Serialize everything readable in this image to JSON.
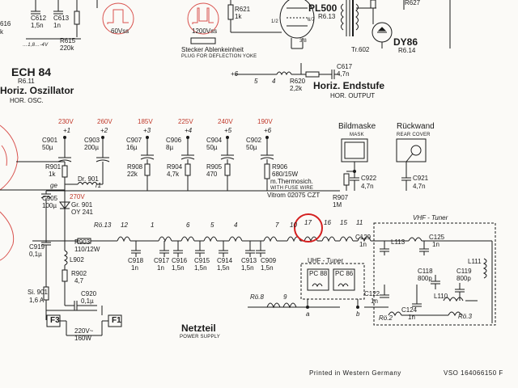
{
  "top": {
    "c612": "C612",
    "c612v": "1,5n",
    "c613": "C613",
    "c613v": "1n",
    "r616": "616",
    "r616v": "k",
    "r615": "R615",
    "r615v": "220k",
    "volt_top": "…1,8…-4V",
    "wave1": "60Vss",
    "wave2": "1200Vss",
    "r621": "R621",
    "r621v": "1k",
    "pl500": "PL500",
    "pl500s": "R6.13",
    "pin12": "1/2",
    "pin67": "6/7",
    "pin38": "3/8",
    "tr602": "Tr.602",
    "r627": "R627",
    "dy86": "DY86",
    "dy86s": "R6.14",
    "plug1": "Stecker Ablenkeinheit",
    "plug2": "PLUG FOR DEFLECTION YOKE",
    "ech84": "ECH 84",
    "ech84s": "R6.11",
    "osc1": "Horiz. Oszillator",
    "osc2": "HOR. OSC.",
    "plus6": "+6",
    "n5": "5",
    "n4": "4",
    "r620": "R620",
    "r620v": "2,2k",
    "c617": "C617",
    "c617v": "4,7n",
    "out1": "Horiz. Endstufe",
    "out2": "HOR. OUTPUT"
  },
  "rails": [
    {
      "v": "230V",
      "n": "+1"
    },
    {
      "v": "260V",
      "n": "+2"
    },
    {
      "v": "185V",
      "n": "+3"
    },
    {
      "v": "225V",
      "n": "+4"
    },
    {
      "v": "240V",
      "n": "+5"
    },
    {
      "v": "190V",
      "n": "+6"
    }
  ],
  "mid": {
    "c901": "C901",
    "c901v": "50µ",
    "c903": "C903",
    "c903v": "200µ",
    "c907": "C907",
    "c907v": "16µ",
    "c906": "C906",
    "c906v": "8µ",
    "c904": "C904",
    "c904v": "50µ",
    "c902": "C902",
    "c902v": "50µ",
    "r901": "R901",
    "r901v": "1k",
    "r908": "R908",
    "r908v": "22k",
    "r904": "R904",
    "r904v": "4,7k",
    "r905": "R905",
    "r905v": "470",
    "r906": "R906",
    "r906v": "680/15W",
    "dr901": "Dr. 901",
    "r1": "r1",
    "ge": "ge",
    "v270": "270V",
    "c905": "C905",
    "c905v": "100µ",
    "gr901": "Gr. 901",
    "gr901v": "OY 241",
    "therm1": "m.Thermosich.",
    "therm2": "WITH FUSE WIRE",
    "vitrom": "Vitrom 02075 CZT"
  },
  "mask": {
    "bild": "Bildmaske",
    "mask": "MASK",
    "ruck": "Rückwand",
    "cover": "REAR COVER",
    "c922": "C922",
    "c922v": "4,7n",
    "c921": "C921",
    "c921v": "4,7n",
    "r907": "R907",
    "r907v": "1M"
  },
  "chain": {
    "r613": "Rö.13",
    "nums": [
      "12",
      "1",
      "6",
      "5",
      "4",
      "7",
      "10",
      "17",
      "16",
      "15",
      "11"
    ],
    "caps": [
      {
        "n": "C918",
        "v": "1n"
      },
      {
        "n": "C917",
        "v": "1n"
      },
      {
        "n": "C916",
        "v": "1,5n"
      },
      {
        "n": "C915",
        "v": "1,5n"
      },
      {
        "n": "C914",
        "v": "1,5n"
      },
      {
        "n": "C913",
        "v": "1,5n"
      },
      {
        "n": "C909",
        "v": "1,5n"
      }
    ]
  },
  "psu": {
    "c919": "C919",
    "c919v": "0,1µ",
    "r903": "R903",
    "r903v": "110/12W",
    "l902": "L902",
    "r902": "R902",
    "r902v": "4,7",
    "si901": "Si. 901",
    "si901v": "1,6 A",
    "c920": "C920",
    "c920v": "0,1µ",
    "f3": "F3",
    "f1": "F1",
    "mains": "220V~",
    "mains2": "160W",
    "title": "Netzteil",
    "title2": "POWER SUPPLY"
  },
  "uhf": {
    "title": "UHF - Tuner",
    "pc88": "PC 88",
    "pc86": "PC 86",
    "r68": "Rö.8",
    "n9": "9",
    "a": "a",
    "b": "b"
  },
  "vhf": {
    "title": "VHF - Tuner",
    "c129": "C129",
    "c129v": "1n",
    "l113": "L113",
    "c125": "C125",
    "c125v": "1n",
    "l111": "L111",
    "c118": "C118",
    "c118v": "800p",
    "c119": "C119",
    "c119v": "800p",
    "l110": "L110",
    "c122": "C122",
    "c122v": "1n",
    "c124": "C124",
    "c124v": "1n",
    "r62": "Rö.2",
    "r63": "Rö.3"
  },
  "footer": {
    "printed": "Printed in Western Germany",
    "code": "VSO 164066150 F"
  },
  "colors": {
    "ink": "#1a1a1a",
    "voltage": "#c0392b",
    "marker": "#d42020",
    "paper": "#fbfaf7",
    "wave": "#d9534f"
  }
}
